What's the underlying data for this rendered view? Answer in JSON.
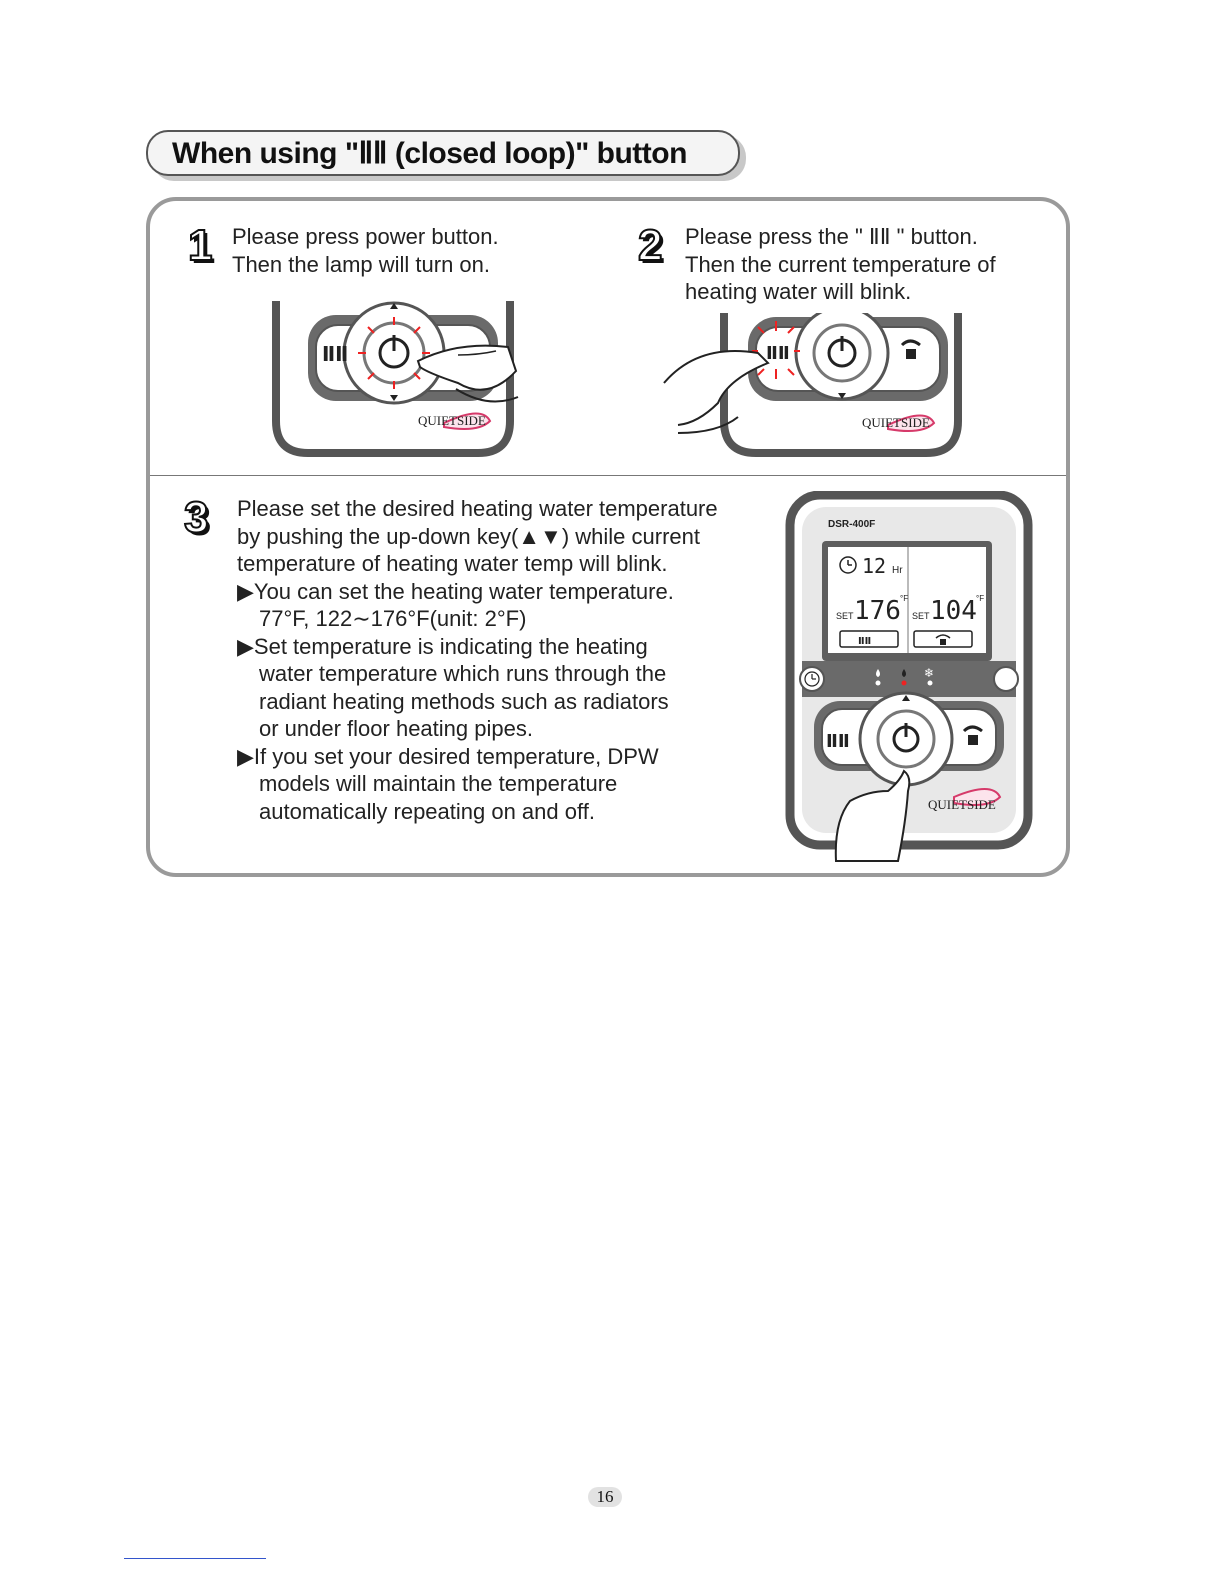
{
  "title": "When using \"ⅡⅡ (closed loop)\" button",
  "steps": [
    {
      "number": "1",
      "lines": [
        "Please press power button.",
        "Then the lamp will turn on."
      ]
    },
    {
      "number": "2",
      "lines": [
        "Please press the \" ⅡⅡ \" button.",
        "Then the current temperature of",
        "heating water will blink."
      ]
    },
    {
      "number": "3",
      "lines": [
        "Please set the desired heating water temperature",
        "by pushing the up-down key(▲▼) while current",
        "temperature of heating water temp will blink."
      ],
      "bullets": [
        {
          "lines": [
            "▶You can set the heating water temperature.",
            "77°F, 122∼176°F(unit: 2°F)"
          ]
        },
        {
          "lines": [
            "▶Set temperature is indicating the heating",
            "water temperature which runs through the",
            "radiant heating methods such as radiators",
            "or under floor heating pipes."
          ]
        },
        {
          "lines": [
            "▶If you set your desired temperature, DPW",
            "models will maintain the temperature",
            "automatically repeating on and off."
          ]
        }
      ]
    }
  ],
  "device": {
    "model": "DSR-400F",
    "brand": "QUIETSIDE",
    "clock_value": "12",
    "clock_unit": "Hr",
    "set_label": "SET",
    "left_temp": "176",
    "right_temp": "104",
    "temp_unit": "°F"
  },
  "page_number": "16"
}
